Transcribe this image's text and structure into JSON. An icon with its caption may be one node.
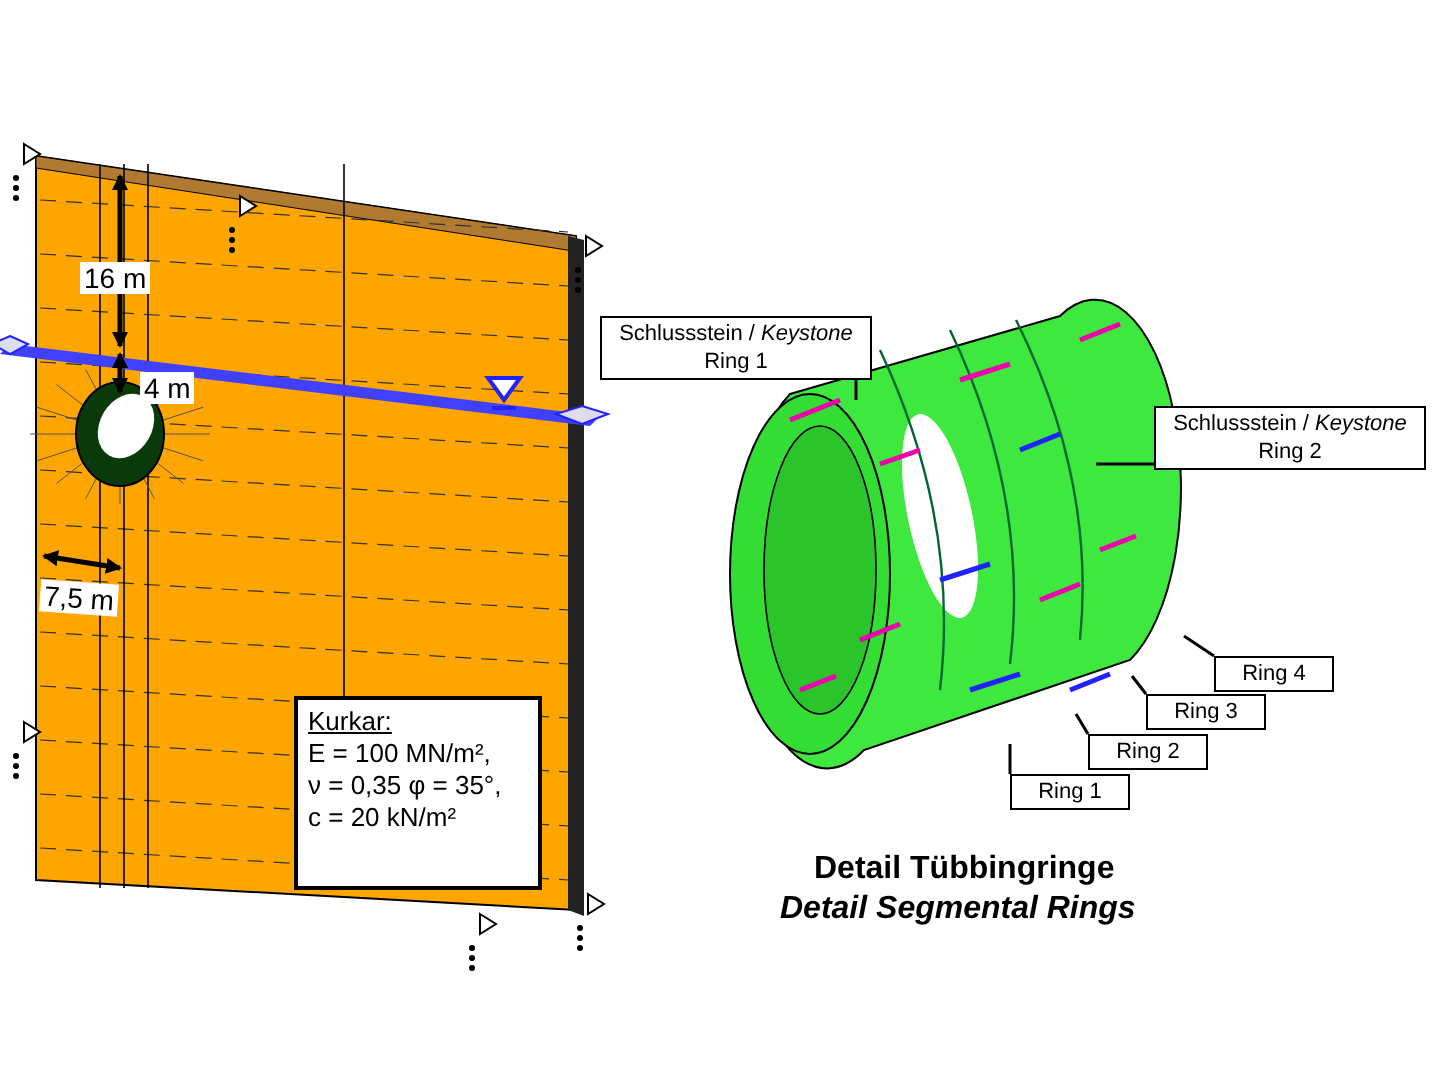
{
  "diagram": {
    "nodes": [
      {
        "text": [
          "Schlussstein / *Keystone*",
          "Ring 1"
        ]
      },
      {
        "text": [
          "Schlussstein / *Keystone*",
          "Ring 2"
        ]
      },
      {
        "text": [
          "Ring 4"
        ]
      },
      {
        "text": [
          "Ring 3"
        ]
      },
      {
        "text": [
          "Ring 2"
        ]
      },
      {
        "text": [
          "Ring 1"
        ]
      },
      {
        "text": [
          "Kurkar:",
          "E = 100 MN/m², ν = 0,35 φ = 35°, c = 20 kN/m²"
        ]
      }
    ],
    "edges": [
      {
        "from": 0,
        "to": null,
        "arrow": "none"
      },
      {
        "from": 1,
        "to": null,
        "arrow": "none"
      },
      {
        "from": 2,
        "to": null,
        "arrow": "none"
      },
      {
        "from": 3,
        "to": null,
        "arrow": "none"
      },
      {
        "from": 4,
        "to": null,
        "arrow": "none"
      },
      {
        "from": 5,
        "to": null,
        "arrow": "none"
      }
    ],
    "labels": [
      "16 m",
      "4 m",
      "7,5 m",
      "Detail Tübbingringe",
      "Detail Segmental Rings"
    ]
  }
}
